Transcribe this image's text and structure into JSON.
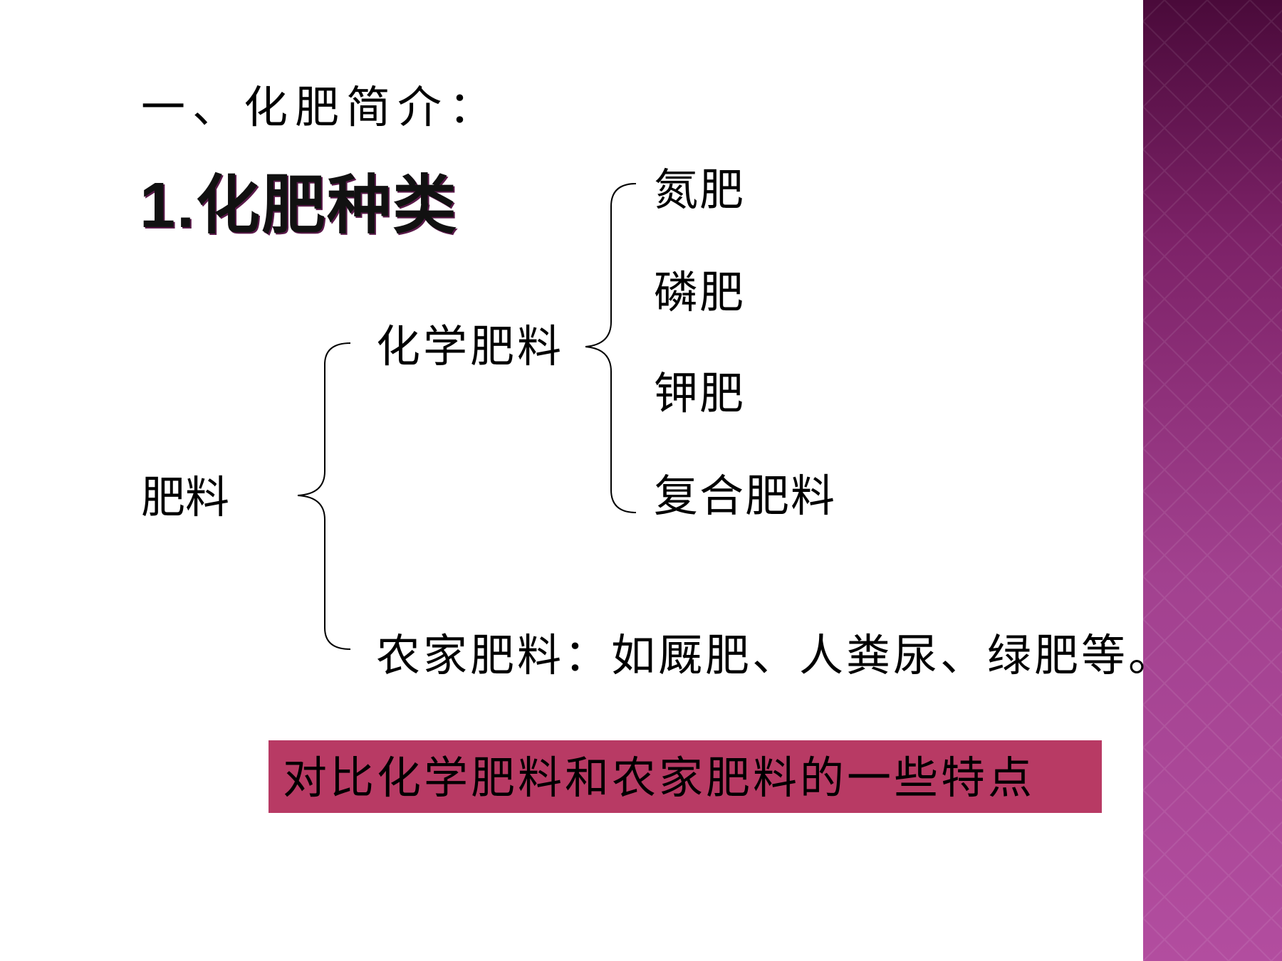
{
  "slide": {
    "intro_heading": "一、化肥简介：",
    "types_heading": "1.化肥种类"
  },
  "tree": {
    "root": "肥料",
    "chemical": {
      "label": "化学肥料",
      "children": [
        "氮肥",
        "磷肥",
        "钾肥",
        "复合肥料"
      ]
    },
    "farm": {
      "label": "农家肥料：如厩肥、人粪尿、绿肥等。"
    }
  },
  "callout": {
    "text": "对比化学肥料和农家肥料的一些特点"
  },
  "colors": {
    "callout_bg": "#b83a64",
    "sidebar_top": "#4a0a3a",
    "sidebar_bottom": "#b24d9f",
    "text": "#000000"
  }
}
